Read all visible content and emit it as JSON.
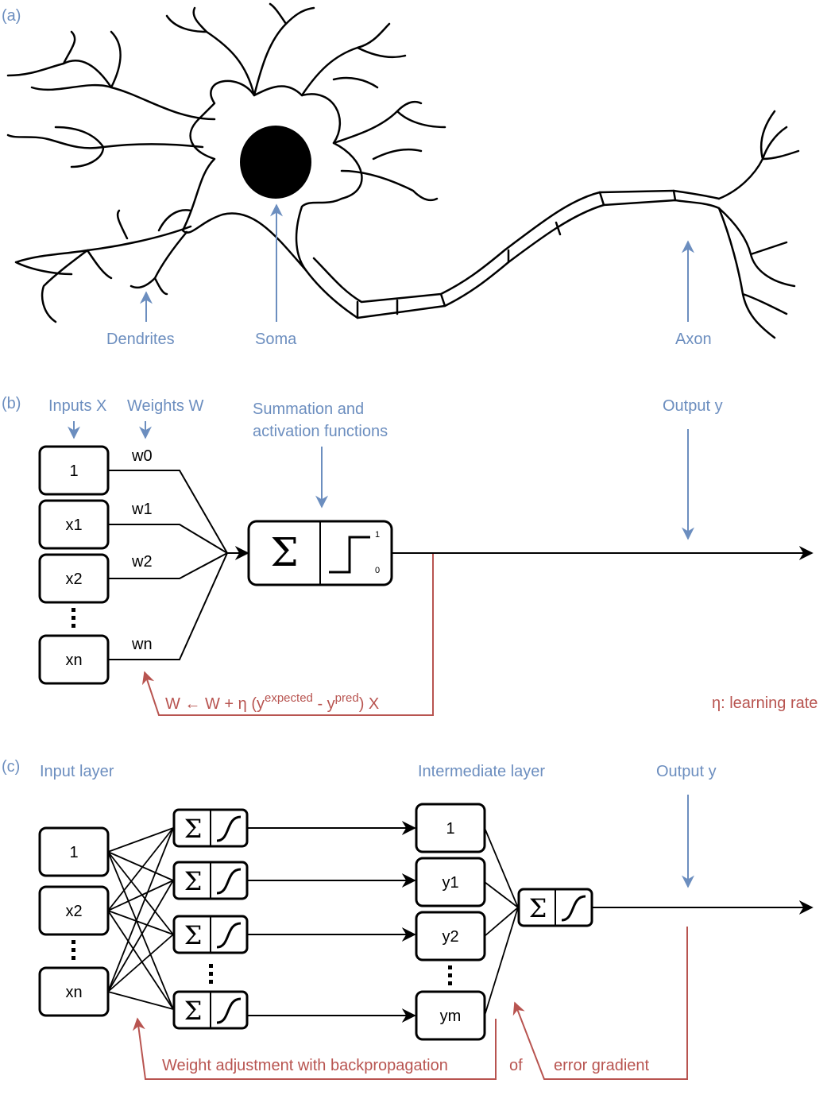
{
  "colors": {
    "annotation_blue": "#6c8ebf",
    "feedback_red": "#b85450",
    "ink": "#000000"
  },
  "panel_a": {
    "tag": "(a)",
    "labels": {
      "dendrites": "Dendrites",
      "soma": "Soma",
      "axon": "Axon"
    }
  },
  "panel_b": {
    "tag": "(b)",
    "inputs_header": "Inputs X",
    "weights_header": "Weights W",
    "summation_header_line1": "Summation and",
    "summation_header_line2": "activation functions",
    "output_header": "Output y",
    "inputs": [
      "1",
      "x1",
      "x2",
      "xn"
    ],
    "weights": [
      "w0",
      "w1",
      "w2",
      "wn"
    ],
    "sigma": "Σ",
    "step_high": "1",
    "step_low": "0",
    "update_rule": {
      "lhs": "W ← W + η (y",
      "sup_expected": "expected",
      "minus": " - y",
      "sup_pred": "pred",
      "rhs": ") X"
    },
    "learning_rate": "η: learning rate"
  },
  "panel_c": {
    "tag": "(c)",
    "input_layer_header": "Input layer",
    "intermediate_layer_header": "Intermediate layer",
    "output_header": "Output y",
    "inputs": [
      "1",
      "x2",
      "xn"
    ],
    "intermediate": [
      "1",
      "y1",
      "y2",
      "ym"
    ],
    "sigma": "Σ",
    "feedback_text_1": "Weight adjustment with backpropagation",
    "feedback_text_2": "of",
    "feedback_text_3": "error gradient"
  }
}
